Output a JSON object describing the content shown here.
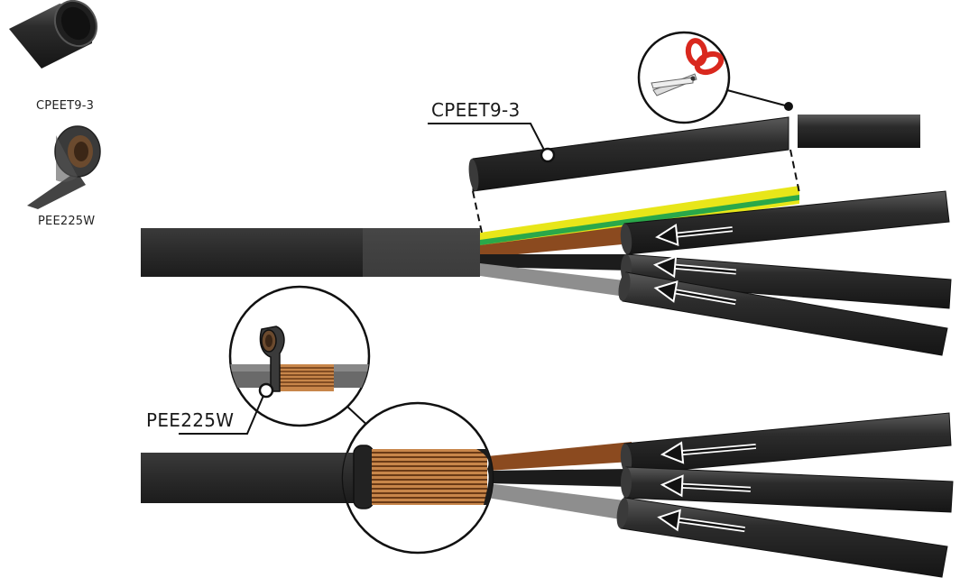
{
  "legend": {
    "items": [
      {
        "label": "CPEET9-3",
        "icon": "heat-shrink-tube-icon"
      },
      {
        "label": "PEE225W",
        "icon": "tape-roll-icon"
      }
    ]
  },
  "steps": {
    "top": {
      "callout": "CPEET9-3",
      "tool_icon": "scissors-icon"
    },
    "bottom": {
      "callout": "PEE225W",
      "detail_icon": "copper-wire-wrap-icon"
    }
  },
  "colors": {
    "cable": "#2b2b2b",
    "sheath_band": "#4a4a4a",
    "earth_yellow": "#e8e619",
    "earth_green": "#2aa84a",
    "brown_core": "#8b4a1f",
    "black_core": "#1c1c1c",
    "grey_core": "#8e8e8e",
    "copper": "#c8864a",
    "scissors_red": "#d9281e"
  }
}
